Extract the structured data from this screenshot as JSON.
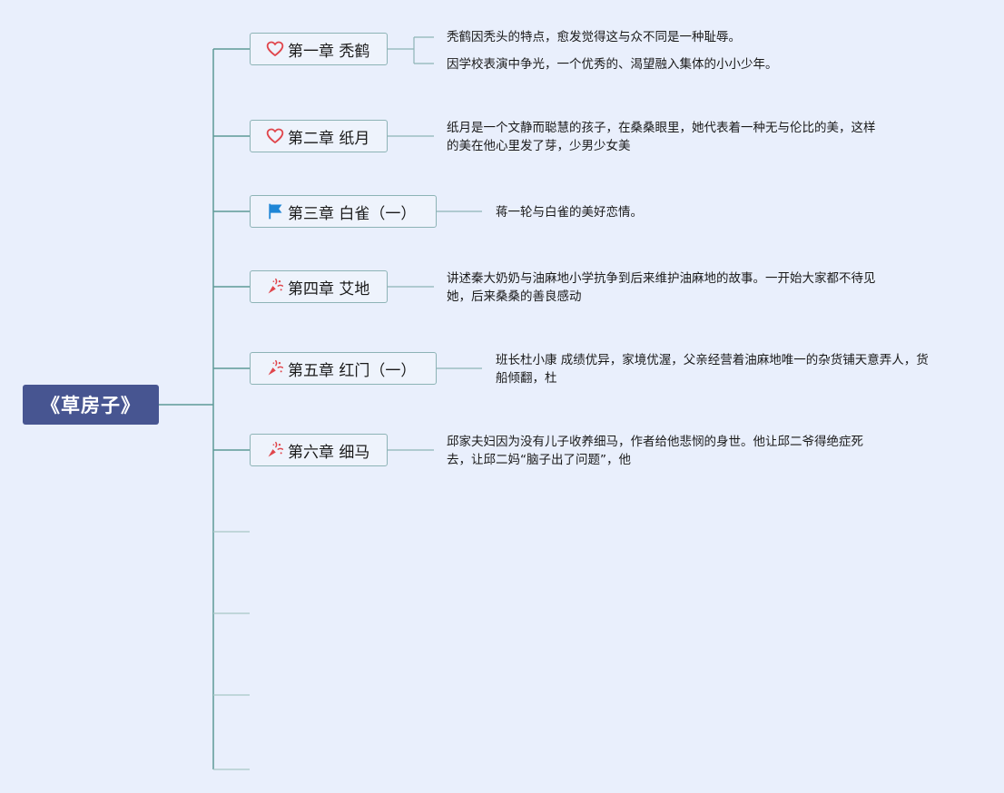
{
  "root": {
    "title": "《草房子》"
  },
  "colors": {
    "background": "#e9effc",
    "root_fill": "#475591",
    "connector": "#5e9a97",
    "node_border": "#8db3b6",
    "heart_icon": "#e0464c",
    "flag_icon": "#1f86d6",
    "party_icon": "#e0464c"
  },
  "chapters": [
    {
      "title": "第一章 秃鹤",
      "icon": "heart-icon",
      "descriptions": [
        [
          "秃鹤因秃头的特点，愈发觉得这与众不同是一种耻辱。"
        ],
        [
          "因学校表演中争光，一个优秀的、渴望融入集体的小小少年。"
        ]
      ]
    },
    {
      "title": "第二章 纸月",
      "icon": "heart-icon",
      "descriptions": [
        [
          "纸月是一个文静而聪慧的孩子，在桑桑眼里，她代表着一种无与伦比的美，这样",
          "的美在他心里发了芽，少男少女美"
        ]
      ]
    },
    {
      "title": "第三章 白雀（一）",
      "icon": "flag-icon",
      "descriptions": [
        [
          "蒋一轮与白雀的美好恋情。"
        ]
      ]
    },
    {
      "title": "第四章 艾地",
      "icon": "party-popper-icon",
      "descriptions": [
        [
          "讲述秦大奶奶与油麻地小学抗争到后来维护油麻地的故事。一开始大家都不待见",
          "她，后来桑桑的善良感动"
        ]
      ]
    },
    {
      "title": "第五章 红门（一）",
      "icon": "party-popper-icon",
      "descriptions": [
        [
          "班长杜小康 成绩优异，家境优渥，父亲经营着油麻地唯一的杂货铺天意弄人，货",
          "船倾翻，杜"
        ]
      ]
    },
    {
      "title": "第六章 细马",
      "icon": "party-popper-icon",
      "descriptions": [
        [
          "邱家夫妇因为没有儿子收养细马，作者给他悲悯的身世。他让邱二爷得绝症死",
          "去，让邱二妈“脑子出了问题”，他"
        ]
      ]
    }
  ]
}
